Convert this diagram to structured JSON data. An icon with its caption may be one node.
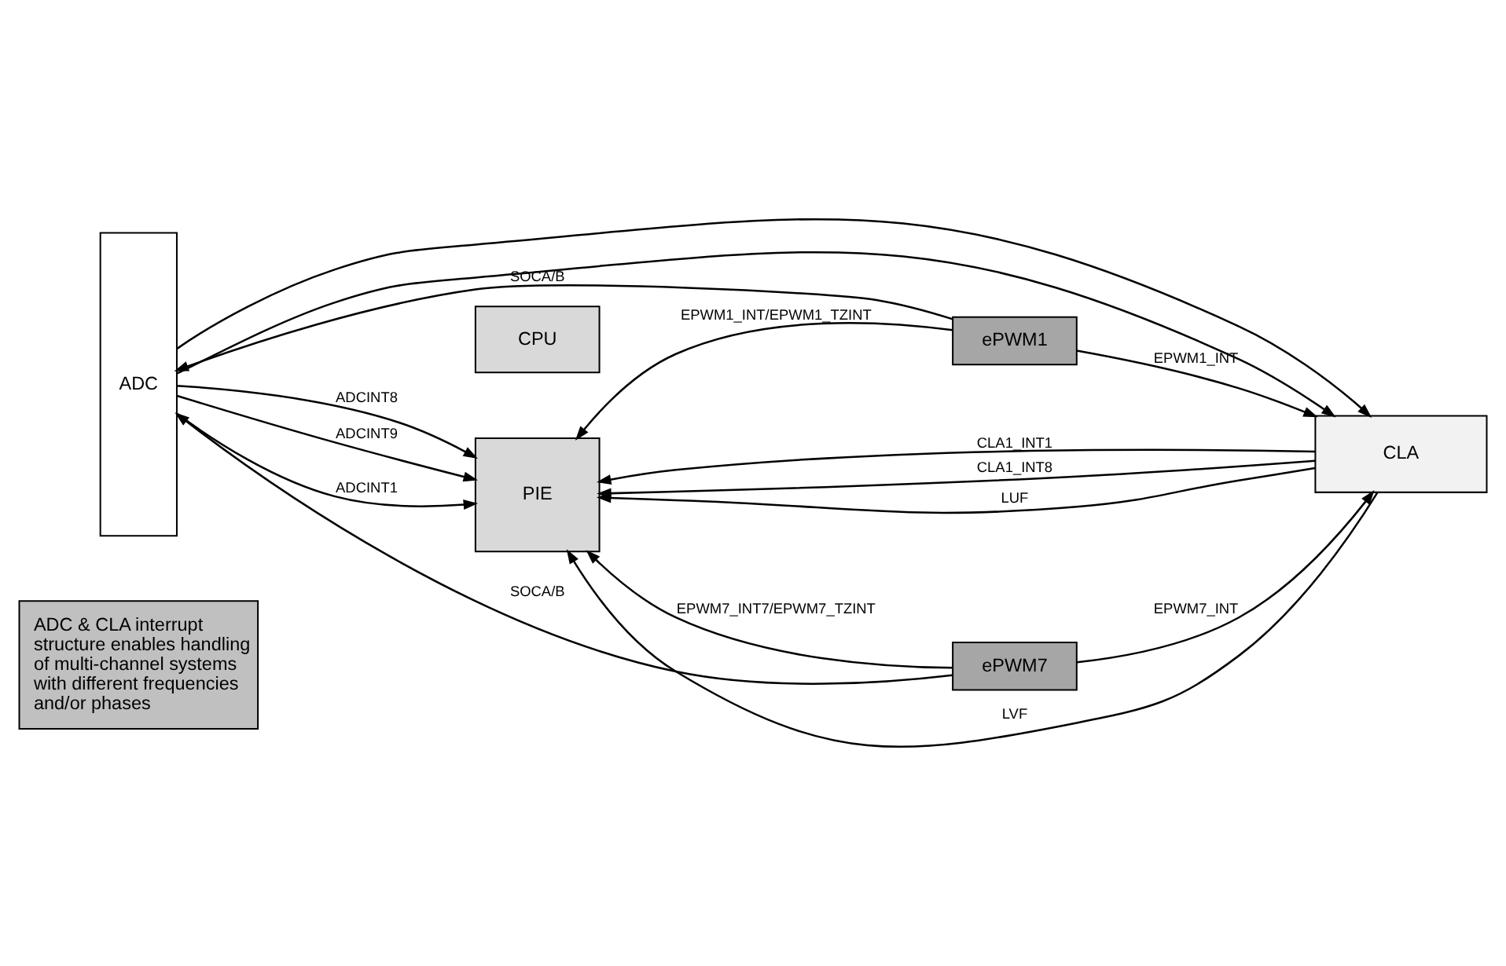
{
  "diagram": {
    "nodes": [
      {
        "text": [
          "ADC"
        ]
      },
      {
        "text": [
          "ePWM1"
        ]
      },
      {
        "text": [
          "ePWM7"
        ]
      },
      {
        "text": [
          "CPU"
        ]
      },
      {
        "text": [
          "PIE"
        ]
      },
      {
        "text": [
          "CLA"
        ]
      },
      {
        "text": [
          "ADC & CLA interrupt structure enables handling of multi-channel systems with different frequencies and/or phases"
        ]
      }
    ],
    "edges": [
      {
        "from": 1,
        "to": 0,
        "arrow": "to",
        "label": "SOCA/B"
      },
      {
        "from": 2,
        "to": 0,
        "arrow": "to",
        "label": "SOCA/B"
      },
      {
        "from": 0,
        "to": 4,
        "arrow": "to",
        "label": "ADCINT1"
      },
      {
        "from": 0,
        "to": 4,
        "arrow": "to",
        "label": "ADCINT8"
      },
      {
        "from": 0,
        "to": 4,
        "arrow": "to",
        "label": "ADCINT9"
      },
      {
        "from": 0,
        "to": 5,
        "arrow": "to"
      },
      {
        "from": 0,
        "to": 5,
        "arrow": "to"
      },
      {
        "from": 1,
        "to": 4,
        "arrow": "to",
        "label": "EPWM1_INT/EPWM1_TZINT"
      },
      {
        "from": 2,
        "to": 4,
        "arrow": "to",
        "label": "EPWM7_INT7/EPWM7_TZINT"
      },
      {
        "from": 1,
        "to": 5,
        "arrow": "to",
        "label": "EPWM1_INT"
      },
      {
        "from": 2,
        "to": 5,
        "arrow": "to",
        "label": "EPWM7_INT"
      },
      {
        "from": 5,
        "to": 4,
        "arrow": "to",
        "label": "CLA1_INT1"
      },
      {
        "from": 5,
        "to": 4,
        "arrow": "to",
        "label": "CLA1_INT8"
      },
      {
        "from": 5,
        "to": 4,
        "arrow": "to",
        "label": "LUF"
      },
      {
        "from": 5,
        "to": 4,
        "arrow": "to",
        "label": "LVF"
      }
    ]
  }
}
